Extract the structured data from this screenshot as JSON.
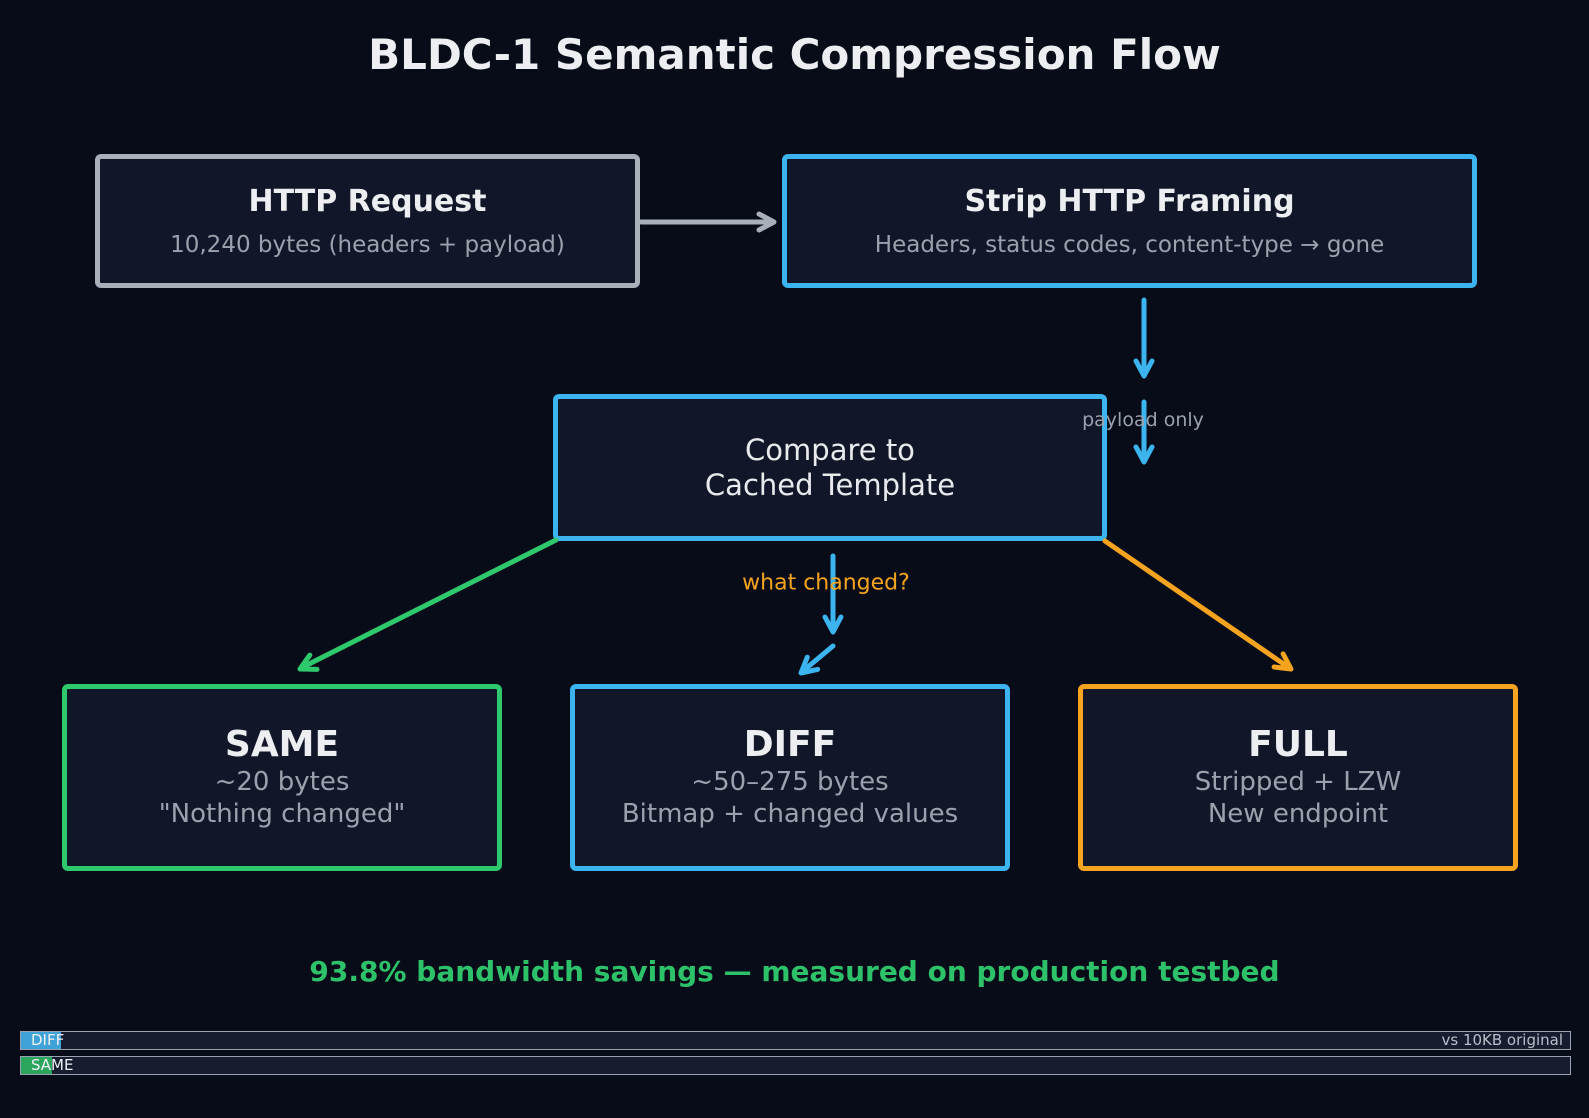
{
  "title": "BLDC-1 Semantic Compression Flow",
  "nodes": {
    "http_request": {
      "title": "HTTP Request",
      "subtitle": "10,240 bytes (headers + payload)"
    },
    "strip_http_framing": {
      "title": "Strip HTTP Framing",
      "subtitle": "Headers, status codes, content-type → gone"
    },
    "compare": {
      "line1": "Compare to",
      "line2": "Cached Template"
    },
    "same": {
      "title": "SAME",
      "line1": "~20 bytes",
      "line2": "\"Nothing changed\""
    },
    "diff": {
      "title": "DIFF",
      "line1": "~50–275 bytes",
      "line2": "Bitmap + changed values"
    },
    "full": {
      "title": "FULL",
      "line1": "Stripped + LZW",
      "line2": "New endpoint"
    }
  },
  "edge_labels": {
    "payload_only": "payload only",
    "what_changed": "what changed?"
  },
  "footer_note": "93.8% bandwidth savings — measured on production testbed",
  "bars": [
    {
      "label": "DIFF",
      "right_text": "vs 10KB original",
      "fill_pct": 2.6
    },
    {
      "label": "SAME",
      "right_text": "",
      "fill_pct": 2.0
    }
  ],
  "colors": {
    "background": "#080c18",
    "node_fill": "#111728",
    "gray": "#a9b0ba",
    "blue": "#3cb4ef",
    "green": "#2ec96d",
    "orange": "#f6a41f",
    "title_text": "#eceef1",
    "body_text": "#9aa2ad",
    "node_text": "#e8eaee",
    "savings_green": "#2dc26a",
    "bar_blue": "#3fa3d9",
    "bar_green": "#2ba55c",
    "bar_track": "#171d2e",
    "bar_border": "#9aa3b0",
    "bar_text": "#eef1f5",
    "bar_right_text": "#b9bec8"
  }
}
